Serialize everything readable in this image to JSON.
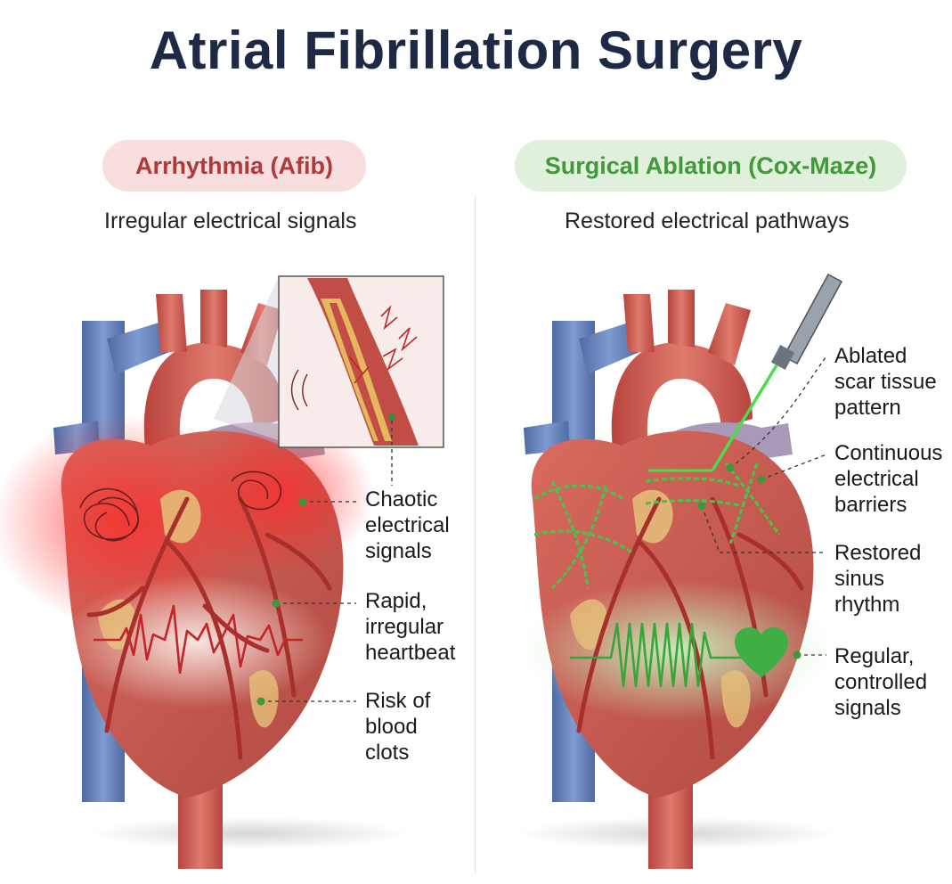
{
  "title": "Atrial Fibrillation Surgery",
  "left": {
    "heading": "Arrhythmia (Afib)",
    "subtitle": "Irregular electrical signals",
    "labels": [
      {
        "lines": [
          "Chaotic",
          "electrical",
          "signals"
        ]
      },
      {
        "lines": [
          "Rapid,",
          "irregular",
          "heartbeat"
        ]
      },
      {
        "lines": [
          "Risk of",
          "blood",
          "clots"
        ]
      }
    ]
  },
  "right": {
    "heading": "Surgical Ablation (Cox-Maze)",
    "subtitle": "Restored electrical pathways",
    "labels": [
      {
        "lines": [
          "Ablated",
          "scar tissue",
          "pattern"
        ]
      },
      {
        "lines": [
          "Continuous",
          "electrical",
          "barriers"
        ]
      },
      {
        "lines": [
          "Restored",
          "sinus",
          "rhythm"
        ]
      },
      {
        "lines": [
          "Regular,",
          "controlled",
          "signals"
        ]
      }
    ]
  },
  "colors": {
    "title": "#1e2a45",
    "afib_accent": "#b03a3a",
    "ablation_accent": "#3f9a3a",
    "heart_muscle": "#c9574e",
    "vein_blue": "#5e7db5",
    "fat_yellow": "#e6c27a"
  }
}
